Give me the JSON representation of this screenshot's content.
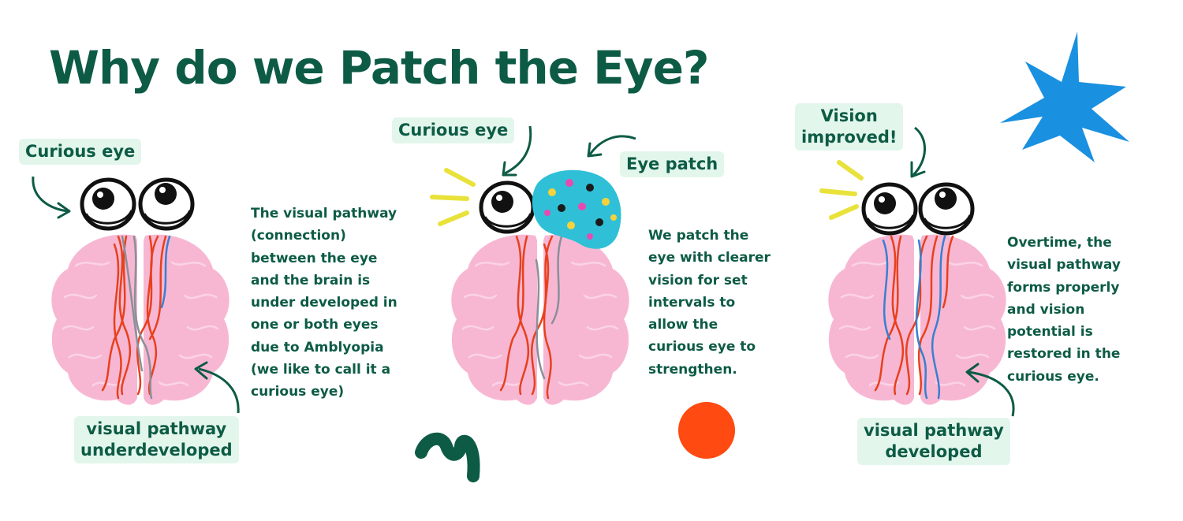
{
  "title": "Why do we Patch the Eye?",
  "panel1": {
    "eye_label": "Curious eye",
    "pathway_label": "visual pathway\nunderdeveloped",
    "description": "The visual pathway\n(connection)\nbetween the eye\nand the brain is\nunder developed in\none or both eyes\ndue to Amblyopia\n(we like to call it a\ncurious eye)"
  },
  "panel2": {
    "eye_label": "Curious eye",
    "patch_label": "Eye patch",
    "description": "We patch the\neye with clearer\nvision for set\nintervals to\nallow the\ncurious eye to\nstrengthen."
  },
  "panel3": {
    "vision_label": "Vision\nimproved!",
    "pathway_label": "visual pathway\ndeveloped",
    "description": "Overtime, the\nvisual pathway\nforms properly\nand vision\npotential is\nrestored in the\ncurious eye."
  },
  "colors": {
    "heading": "#0d5b45",
    "tag_bg": "#e3f6ec",
    "brain": "#f7b7d3",
    "pathway_red": "#e8401c",
    "pathway_blue": "#3a7fd0",
    "pathway_grey": "#8a8f98",
    "patch": "#2fc0d8",
    "star": "#1a90e0",
    "dot": "#ff4a12",
    "squiggle": "#0d5b45",
    "sparkle": "#e8e23a"
  },
  "icons": [
    "googly-eye-icon",
    "brain-icon",
    "eye-patch-icon",
    "arrow-icon",
    "star-icon",
    "dot-icon",
    "squiggle-icon",
    "sparkle-icon"
  ]
}
